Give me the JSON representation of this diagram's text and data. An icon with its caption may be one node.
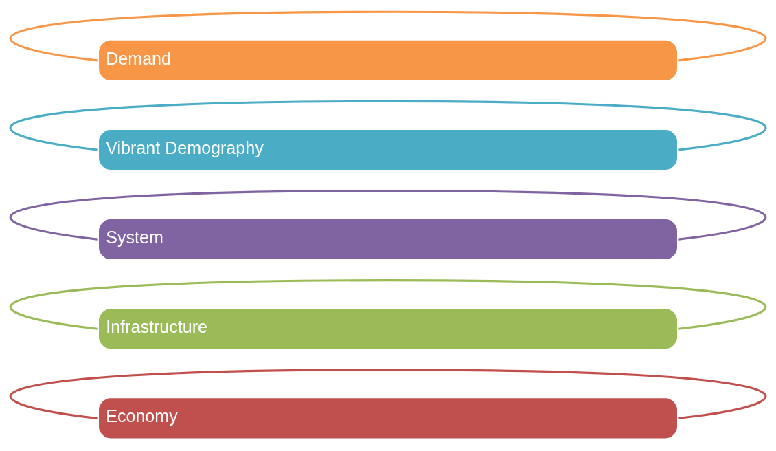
{
  "diagram": {
    "nodes": [
      {
        "text": [
          "Economy"
        ]
      },
      {
        "text": [
          "Infrastructure"
        ]
      },
      {
        "text": [
          "System"
        ]
      },
      {
        "text": [
          "Vibrant Demography"
        ]
      },
      {
        "text": [
          "Demand"
        ]
      }
    ],
    "edges": [
      {
        "from": 0,
        "to": 0,
        "arrow": "none",
        "color": "#c0504d"
      },
      {
        "from": 1,
        "to": 1,
        "arrow": "none",
        "color": "#9bbb59"
      },
      {
        "from": 2,
        "to": 2,
        "arrow": "none",
        "color": "#8064a2"
      },
      {
        "from": 3,
        "to": 3,
        "arrow": "none",
        "color": "#4bacc6"
      },
      {
        "from": 4,
        "to": 4,
        "arrow": "none",
        "color": "#f79646"
      }
    ]
  }
}
